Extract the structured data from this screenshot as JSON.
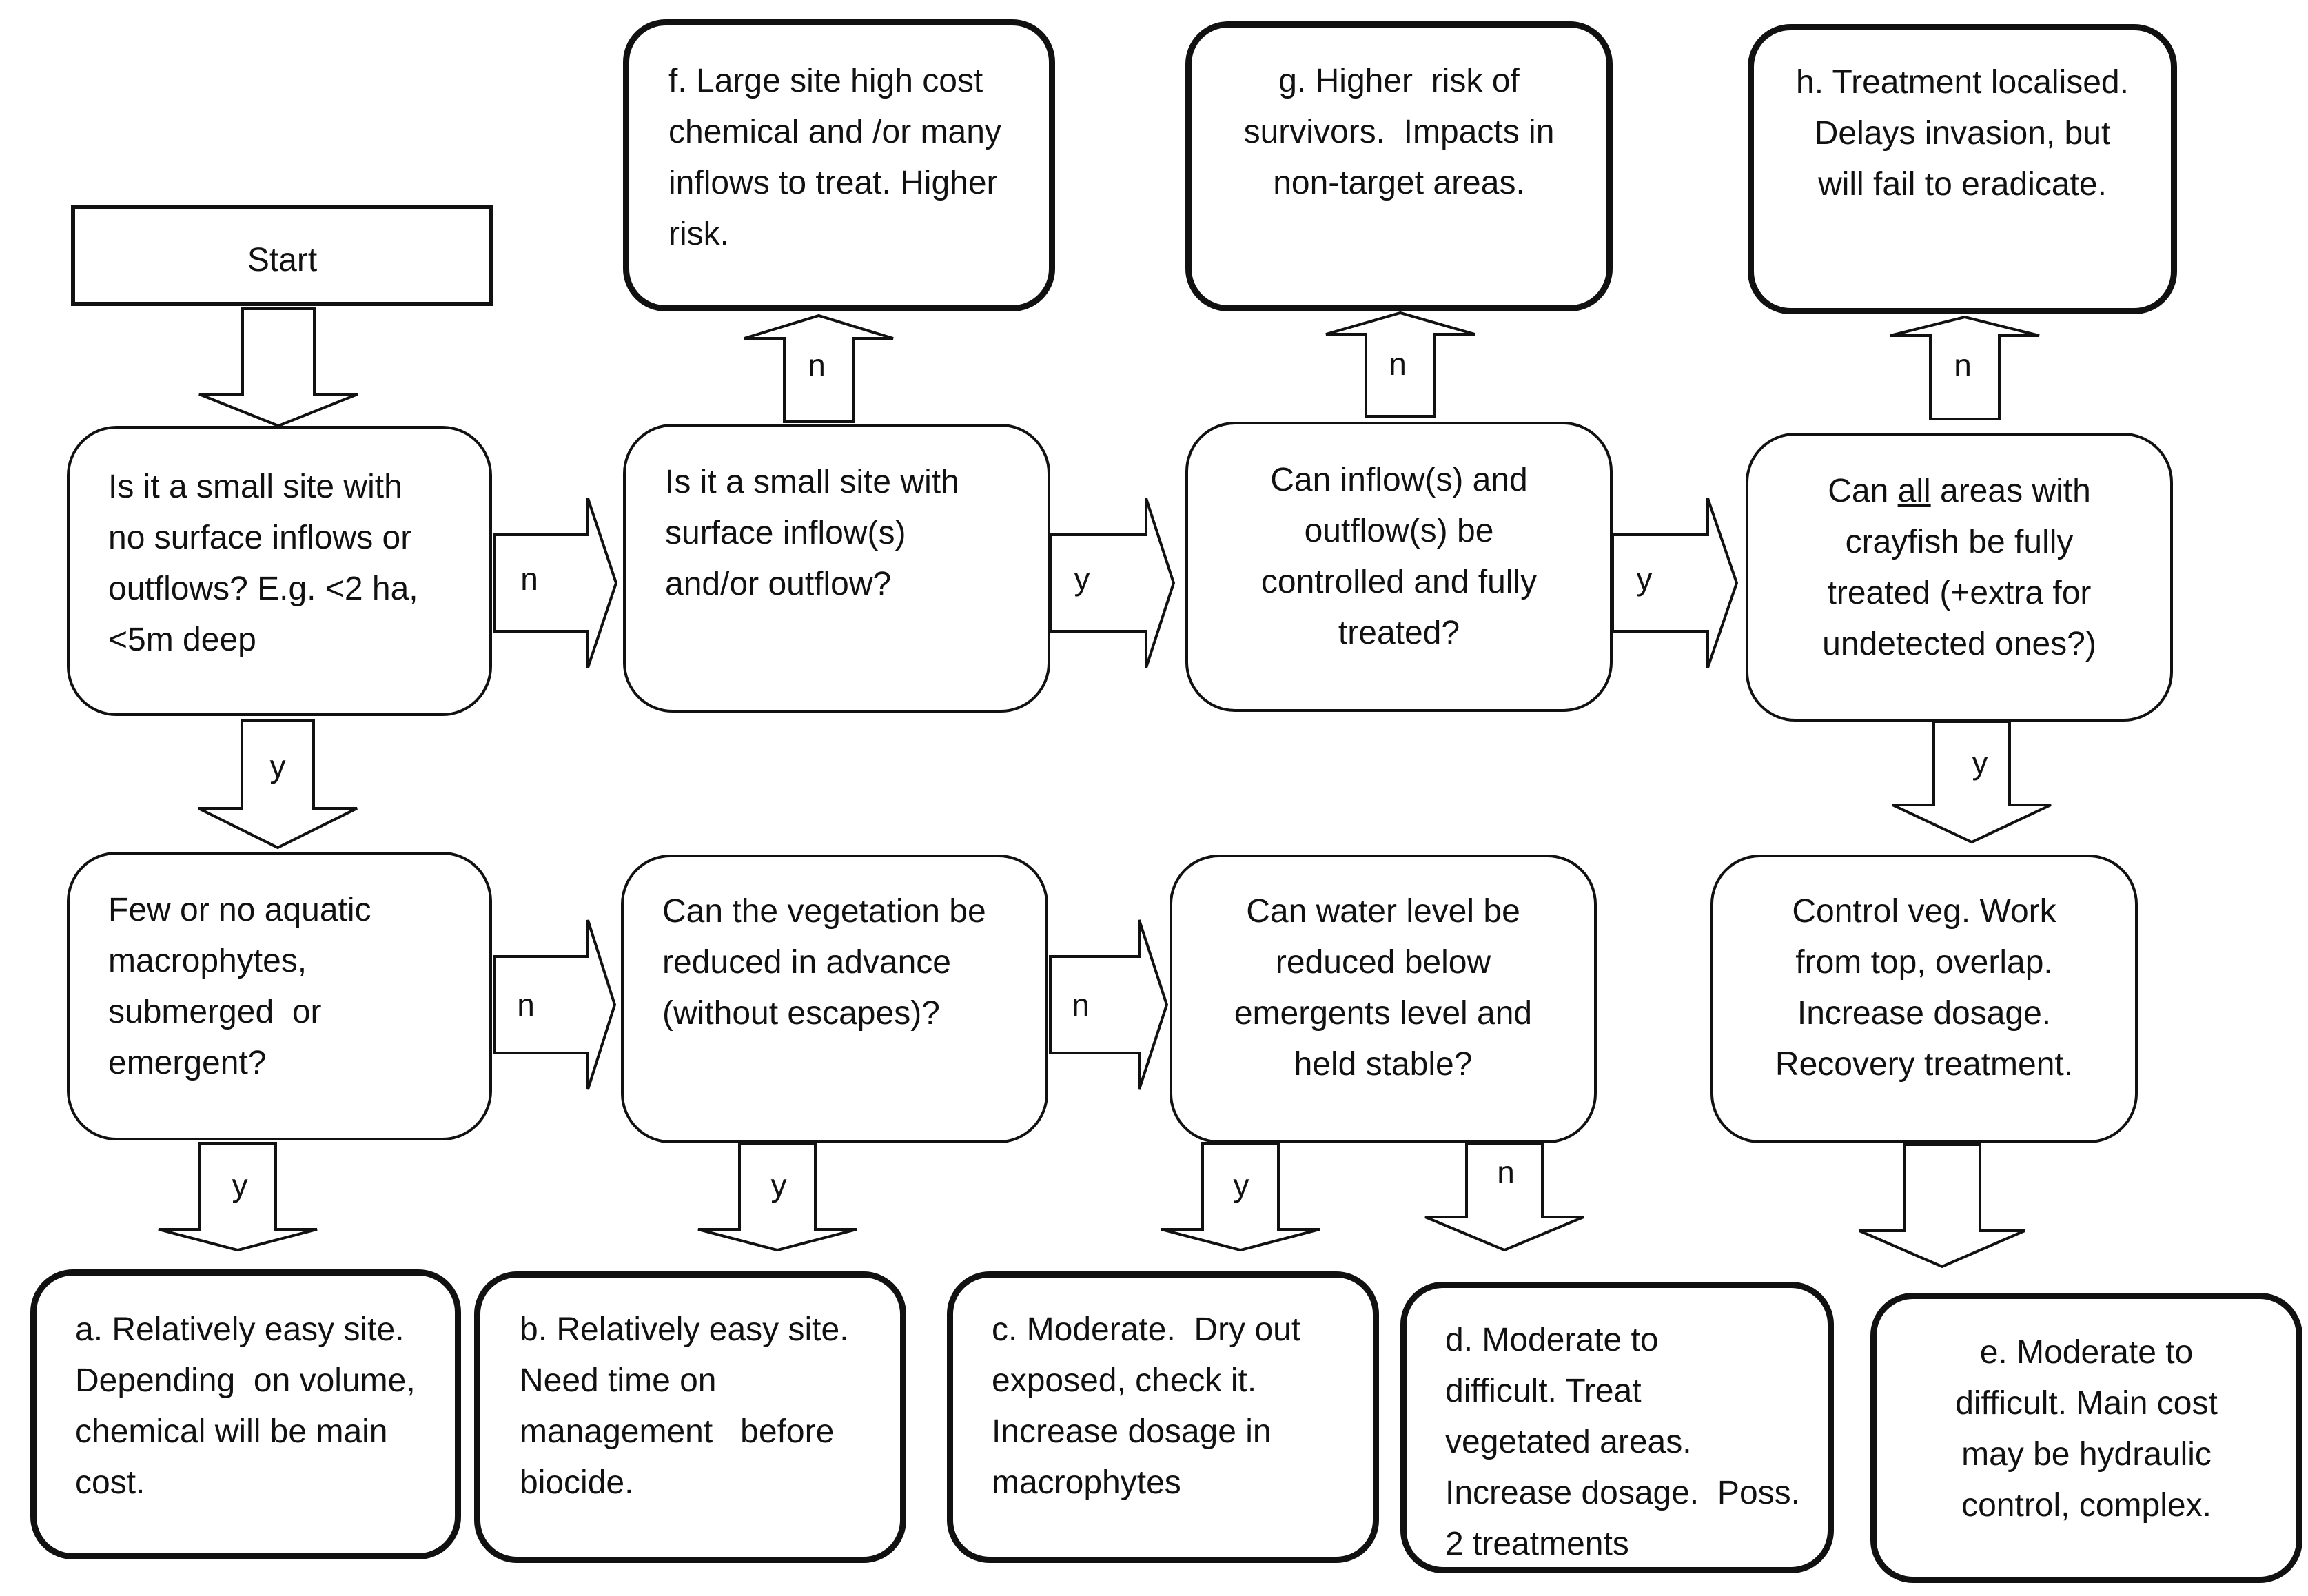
{
  "start": "Start",
  "questions": {
    "q1": "Is it a small site with\nno surface inflows or\noutflows? E.g. <2 ha,\n<5m deep",
    "q2": "Is it a small site with\nsurface inflow(s)\nand/or outflow?",
    "q3": "Can inflow(s) and\noutflow(s) be\ncontrolled and fully\ntreated?",
    "q4_pre": "Can ",
    "q4_emph": "all",
    "q4_post": " areas with\ncrayfish be fully\ntreated (+extra for\nundetected ones?)",
    "q5": "Few or no aquatic\nmacrophytes,\nsubmerged  or\nemergent?",
    "q6": "Can the vegetation be\nreduced in advance\n(without escapes)?",
    "q7": "Can water level be\nreduced below\nemergents level and\nheld stable?",
    "q8": "Control veg. Work\nfrom top, overlap.\nIncrease dosage.\nRecovery treatment."
  },
  "outcomes": {
    "a": "a. Relatively easy site.\nDepending  on volume,\nchemical will be main\ncost.",
    "b": "b. Relatively easy site.\nNeed time on\nmanagement   before\nbiocide.",
    "c": "c. Moderate.  Dry out\nexposed, check it.\nIncrease dosage in\nmacrophytes",
    "d": "d. Moderate to\ndifficult. Treat\nvegetated areas.\nIncrease dosage.  Poss.\n2 treatments",
    "e": "e. Moderate to\ndifficult. Main cost\nmay be hydraulic\ncontrol, complex.",
    "f": "f. Large site high cost\nchemical and /or many\ninflows to treat. Higher\nrisk.",
    "g": "g. Higher  risk of\nsurvivors.  Impacts in\nnon-target areas.",
    "h": "h. Treatment localised.\nDelays invasion, but\nwill fail to eradicate."
  },
  "arrow_labels": {
    "q1_q2": "n",
    "q2_q3": "y",
    "q3_q4": "y",
    "q2_f": "n",
    "q3_g": "n",
    "q4_h": "n",
    "q1_q5": "y",
    "q4_q8": "y",
    "q5_q6": "n",
    "q6_q7": "n",
    "q5_a": "y",
    "q6_b": "y",
    "q7_c": "y",
    "q7_d": "n"
  },
  "colors": {
    "stroke": "#111111",
    "fill": "#ffffff"
  }
}
